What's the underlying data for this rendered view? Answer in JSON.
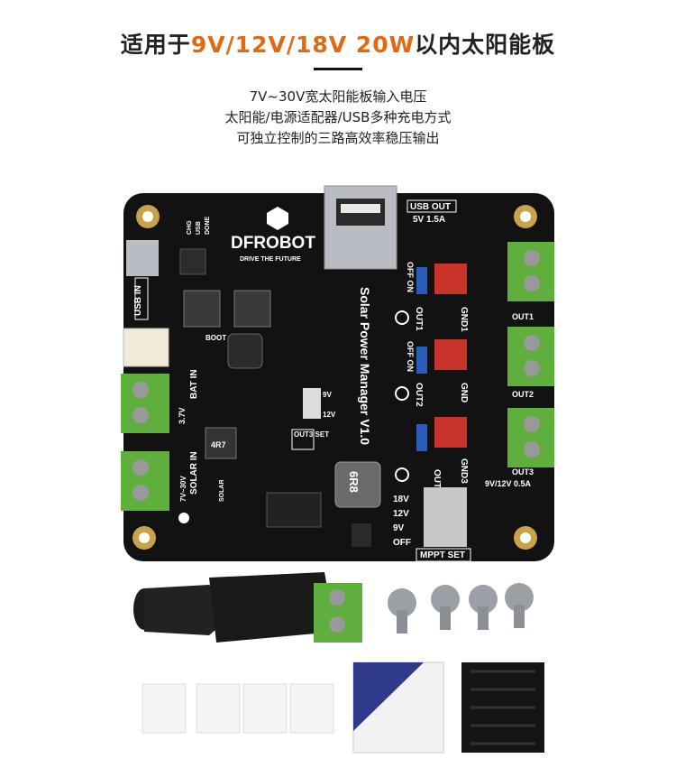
{
  "header": {
    "title_prefix": "适用于",
    "title_accent": "9V/12V/18V 20W",
    "title_suffix": "以内太阳能板",
    "lines": [
      "7V~30V宽太阳能板输入电压",
      "太阳能/电源适配器/USB多种充电方式",
      "可独立控制的三路高效率稳压输出"
    ]
  },
  "board": {
    "brand": "DFROBOT",
    "slogan": "DRIVE THE FUTURE",
    "name": "Solar Power Manager V1.0",
    "usb_out": "USB OUT",
    "usb_out_spec": "5V 1.5A",
    "usb_in": "USB IN",
    "bat_in": "BAT IN",
    "bat_volt": "3.7V",
    "solar_in": "SOLAR IN",
    "solar_volt": "7V~30V",
    "solar_small": "SOLAR",
    "boot": "BOOT",
    "out1": "OUT1",
    "out2": "OUT2",
    "out3": "OUT3",
    "gnd1": "GND1",
    "gnd2": "GND",
    "gnd3": "GND3",
    "off_on": "OFF ON",
    "out3_set": "OUT3 SET",
    "v9": "9V",
    "v12": "12V",
    "v18": "18V",
    "off": "OFF",
    "mppt_set": "MPPT SET",
    "out3_spec": "9V/12V 0.5A",
    "inductor1": "6R8",
    "inductor2": "4R7",
    "chg": "CHG",
    "done": "DONE",
    "usb": "USB"
  },
  "colors": {
    "pcb": "#121212",
    "terminal": "#5fae3e",
    "gold": "#c9a24a",
    "title_accent": "#e06a12"
  }
}
